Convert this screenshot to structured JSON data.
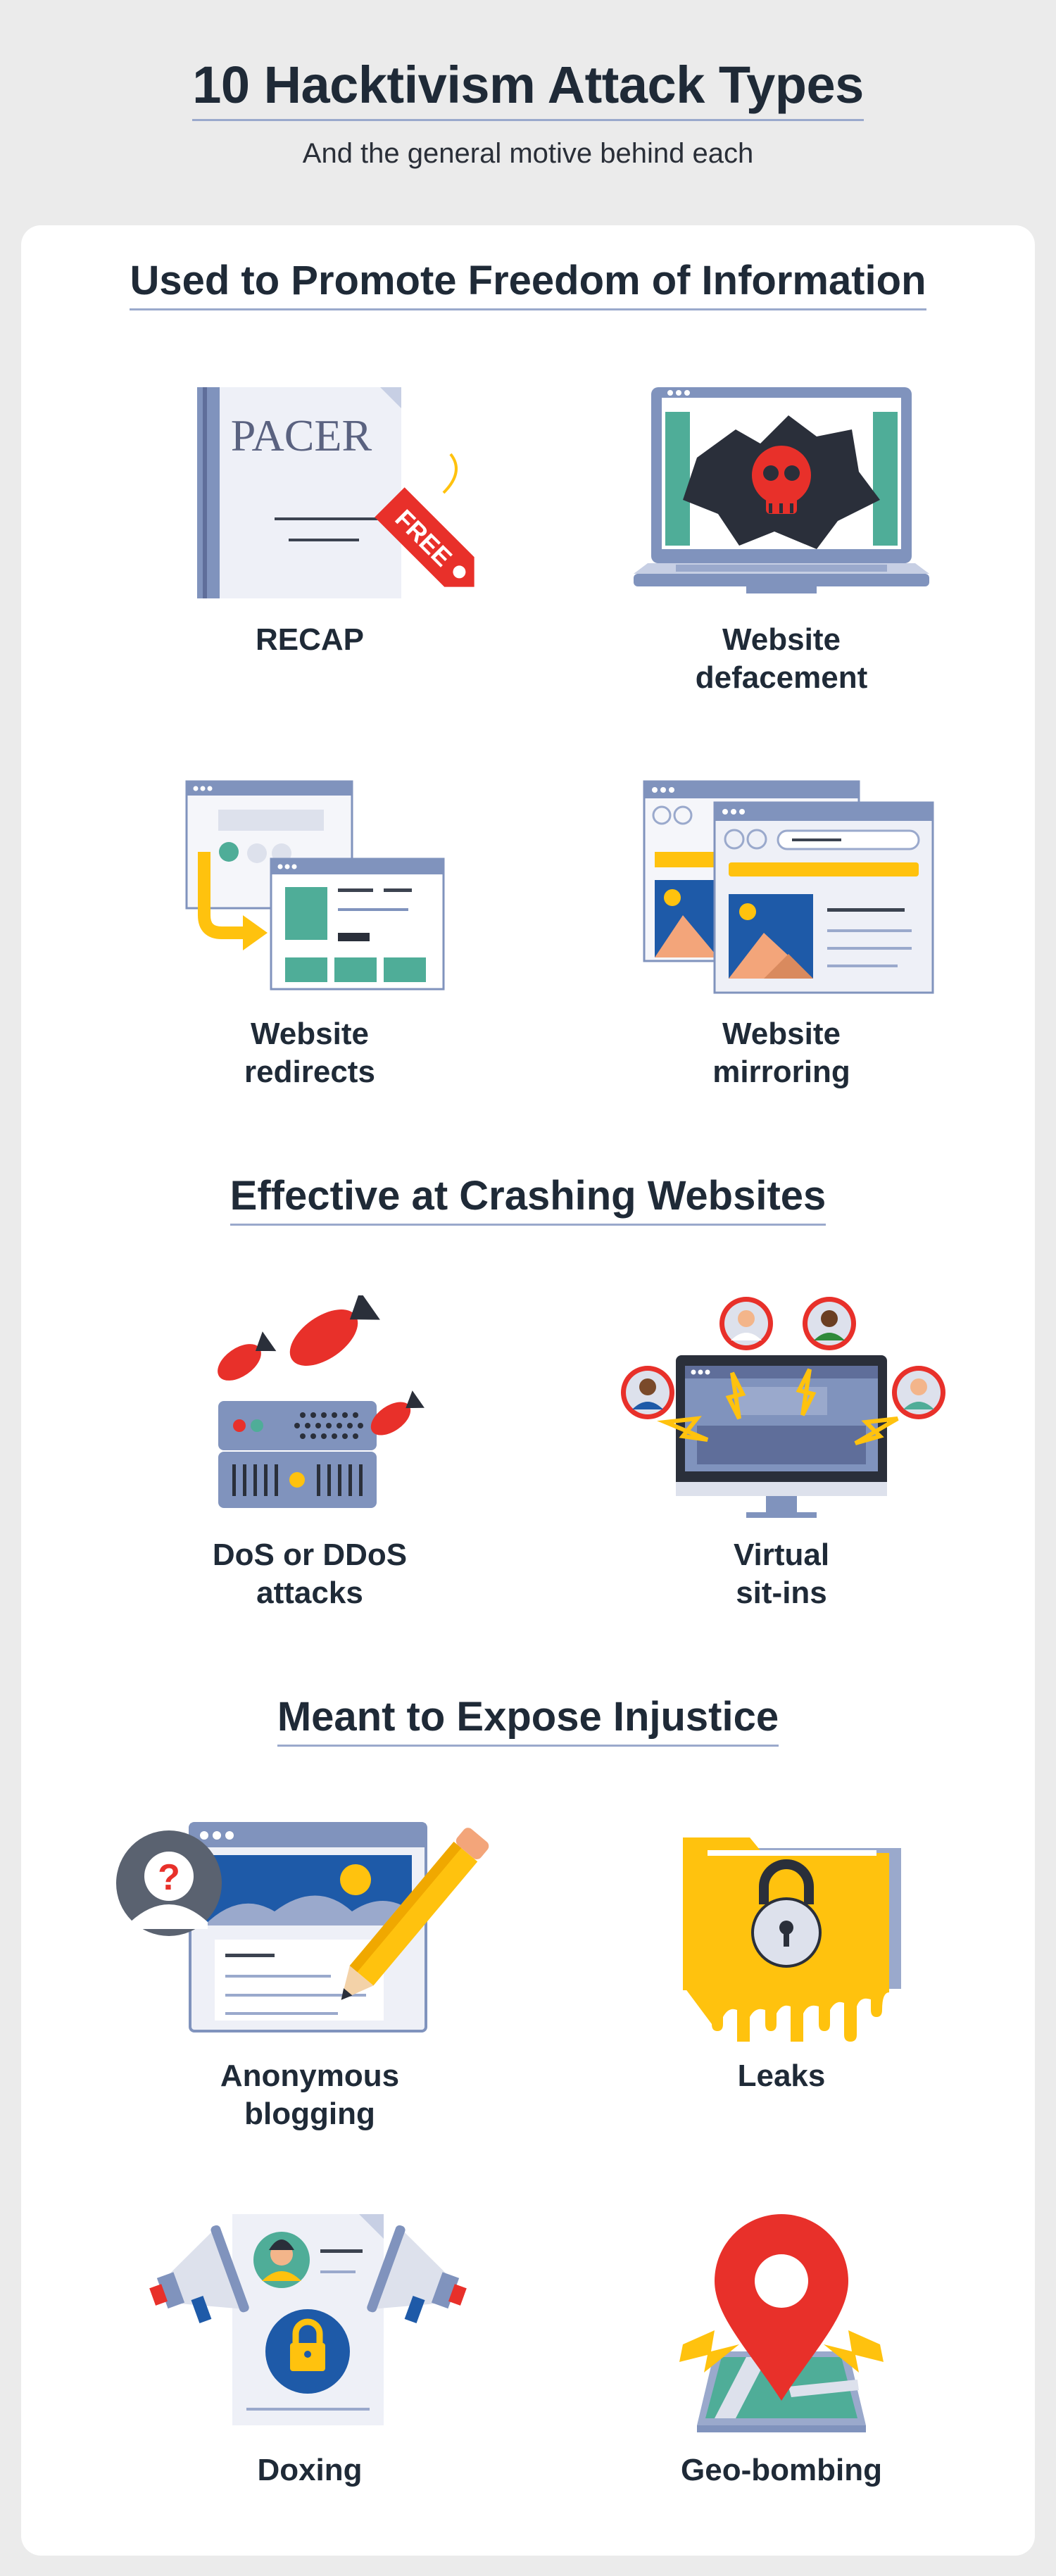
{
  "header": {
    "title": "10 Hacktivism Attack Types",
    "subtitle": "And the general motive behind each"
  },
  "sections": [
    {
      "title": "Used to Promote Freedom of Information",
      "items": [
        {
          "line1": "RECAP",
          "line2": "",
          "icon": "pacer-document-free-tag-icon",
          "pacer_text": "PACER",
          "tag_text": "FREE"
        },
        {
          "line1": "Website",
          "line2": "defacement",
          "icon": "defaced-laptop-skull-icon"
        },
        {
          "line1": "Website",
          "line2": "redirects",
          "icon": "browser-redirect-arrow-icon"
        },
        {
          "line1": "Website",
          "line2": "mirroring",
          "icon": "mirrored-browser-windows-icon"
        }
      ]
    },
    {
      "title": "Effective at Crashing Websites",
      "items": [
        {
          "line1": "DoS or DDoS",
          "line2": "attacks",
          "icon": "server-bombs-icon"
        },
        {
          "line1": "Virtual",
          "line2": "sit-ins",
          "icon": "monitor-users-lightning-icon"
        }
      ]
    },
    {
      "title": "Meant to Expose Injustice",
      "items": [
        {
          "line1": "Anonymous",
          "line2": "blogging",
          "icon": "anonymous-blog-pencil-icon"
        },
        {
          "line1": "Leaks",
          "line2": "",
          "icon": "dripping-locked-folder-icon"
        },
        {
          "line1": "Doxing",
          "line2": "",
          "icon": "megaphones-profile-document-icon"
        },
        {
          "line1": "Geo-bombing",
          "line2": "",
          "icon": "map-pin-lightning-icon"
        }
      ]
    }
  ],
  "colors": {
    "background": "#ebebeb",
    "card": "#ffffff",
    "text": "#1f2a37",
    "accent_blue": "#8093bd",
    "accent_red": "#e8302a",
    "accent_yellow": "#ffc20e",
    "accent_teal": "#4fad98"
  }
}
